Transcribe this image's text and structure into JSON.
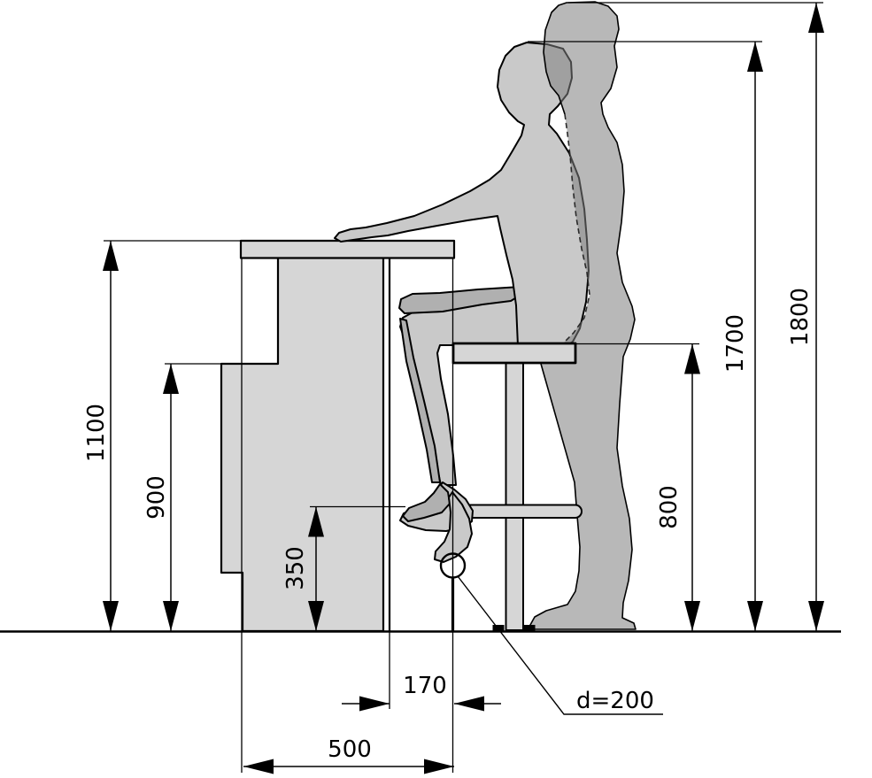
{
  "diagram": {
    "type": "ergonomic-technical-drawing",
    "subject": "bar counter with standing person and person seated on bar stool, side elevation with dimensions",
    "dims": {
      "counter_height": "1100",
      "counter_ledge_height": "900",
      "footrest_height": "350",
      "toe_space_depth": "170",
      "counter_depth": "500",
      "footrest_tube_diameter": "d=200",
      "stool_seat_height": "800",
      "seated_person_height": "1700",
      "standing_person_height": "1800"
    }
  },
  "colors": {
    "furniture_fill": "#d6d6d6",
    "seated_person_fill": "#c9c9c9",
    "standing_person_fill": "rgba(125,125,125,0.55)",
    "far_limb_fill": "#b0b0b0",
    "outline": "#000000",
    "background": "#ffffff"
  }
}
